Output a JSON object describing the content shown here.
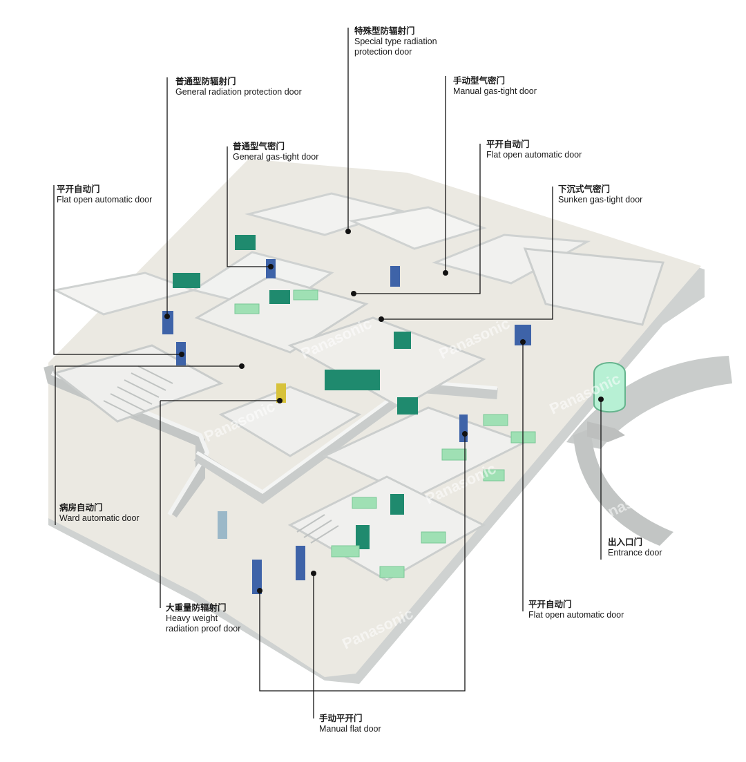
{
  "watermark": "Panasonic",
  "callouts": [
    {
      "id": "special-type-radiation-protection-door",
      "zh": "特殊型防辐射门",
      "en": [
        "Special type radiation",
        "protection door"
      ]
    },
    {
      "id": "general-radiation-protection-door",
      "zh": "普通型防辐射门",
      "en": [
        "General radiation protection door"
      ]
    },
    {
      "id": "manual-gas-tight-door",
      "zh": "手动型气密门",
      "en": [
        "Manual gas-tight door"
      ]
    },
    {
      "id": "general-gas-tight-door",
      "zh": "普通型气密门",
      "en": [
        "General gas-tight door"
      ]
    },
    {
      "id": "flat-open-automatic-door-top",
      "zh": "平开自动门",
      "en": [
        "Flat open automatic door"
      ]
    },
    {
      "id": "flat-open-automatic-door-left",
      "zh": "平开自动门",
      "en": [
        "Flat open automatic door"
      ]
    },
    {
      "id": "sunken-gas-tight-door",
      "zh": "下沉式气密门",
      "en": [
        "Sunken gas-tight door"
      ]
    },
    {
      "id": "ward-automatic-door",
      "zh": "病房自动门",
      "en": [
        "Ward automatic door"
      ]
    },
    {
      "id": "entrance-door",
      "zh": "出入口门",
      "en": [
        "Entrance door"
      ]
    },
    {
      "id": "flat-open-automatic-door-bottom",
      "zh": "平开自动门",
      "en": [
        "Flat open automatic door"
      ]
    },
    {
      "id": "heavy-weight-radiation-proof-door",
      "zh": "大重量防辐射门",
      "en": [
        "Heavy weight",
        "radiation proof door"
      ]
    },
    {
      "id": "manual-flat-door",
      "zh": "手动平开门",
      "en": [
        "Manual flat door"
      ]
    }
  ],
  "colors": {
    "line": "#111111",
    "floor": "#e8e6df",
    "wall": "#d9dcdb",
    "wall_top": "#f4f5f4",
    "teal": "#1f8a6e",
    "door_blue": "#3e63a8",
    "bed": "#9fe0b4",
    "platform": "#c9cccb"
  }
}
